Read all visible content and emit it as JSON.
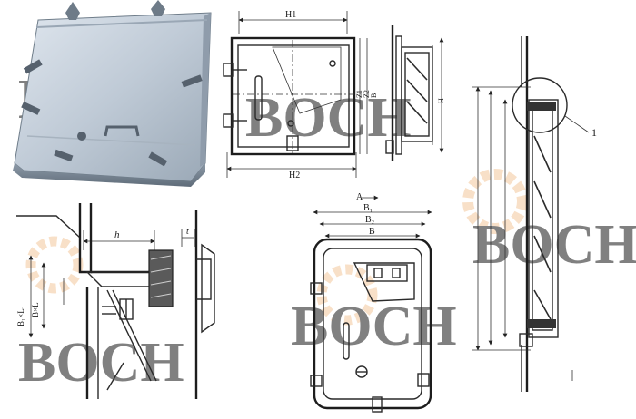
{
  "colors": {
    "line": "#2a2a2a",
    "steel_light": "#c9d3dd",
    "steel_dark": "#6f7d8a",
    "watermark_blue": "#aac2dd",
    "watermark_orange": "#f3c89c"
  },
  "watermark": {
    "text": "BOCH"
  },
  "top_front": {
    "h1": "H1",
    "h2": "H2",
    "z1": "Z1",
    "z2": "Z2",
    "b": "B"
  },
  "top_side": {
    "h": "H"
  },
  "section": {
    "h": "h",
    "t": "t",
    "b1l1": "B₁×L₁",
    "bl": "B×L"
  },
  "bottom_front": {
    "a": "A",
    "b1": "B₁",
    "b2": "B₂",
    "b": "B"
  },
  "detail": {
    "callout": "1"
  }
}
